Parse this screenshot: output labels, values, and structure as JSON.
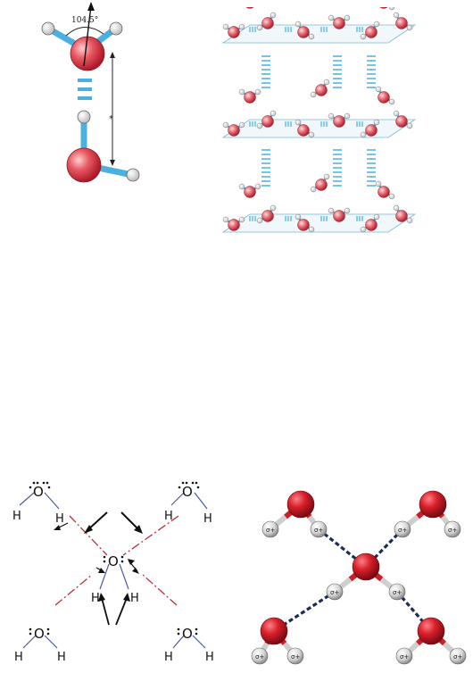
{
  "panel_a": {
    "angle_label": "104.5°",
    "length_tick": "*"
  },
  "panel_c": {
    "atom_o": "O",
    "atom_h": "H"
  },
  "panel_d": {
    "charge_label": "σ+"
  },
  "colors": {
    "oxygen_red": "#d8202a",
    "hydrogen_white": "#e8e8e8",
    "bond_blue": "#4ab0e0",
    "hbond_blue": "#4ab0e0",
    "red_dash": "#c0303a",
    "blue_dash": "#4a58a8"
  },
  "icons": [
    "water-molecule-dimer",
    "ice-lattice",
    "hydrogen-bond-lewis",
    "hydrogen-bond-ball-stick"
  ]
}
